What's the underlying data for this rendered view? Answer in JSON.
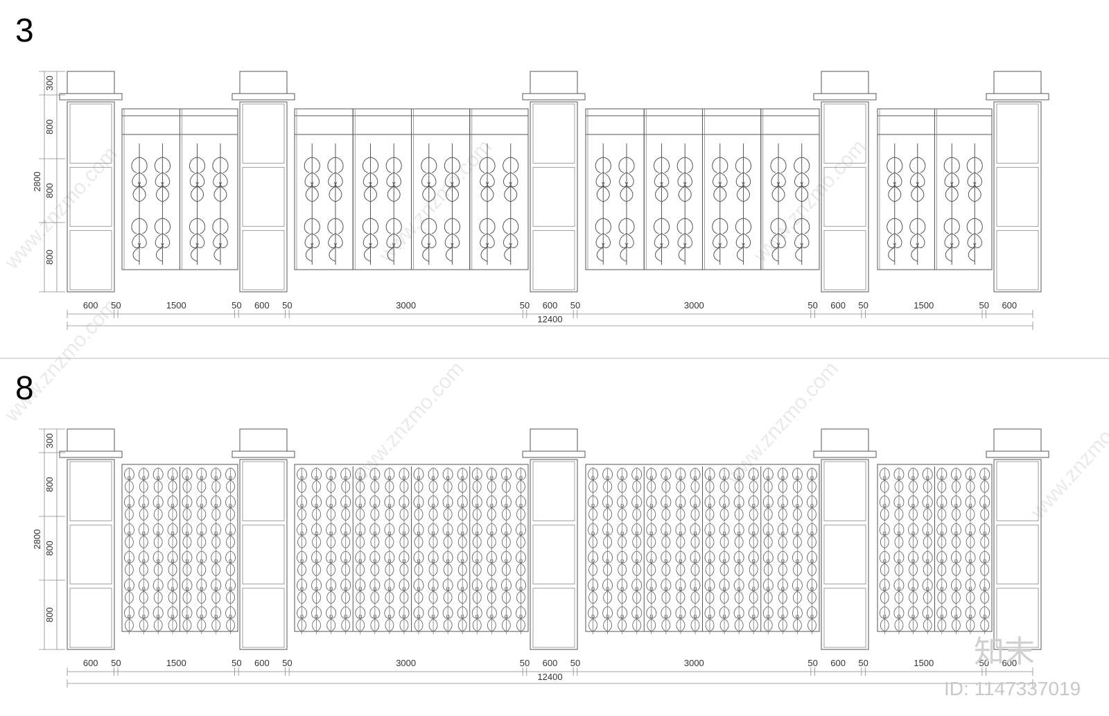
{
  "drawings": [
    {
      "id": "3",
      "label": "3",
      "pattern": "sparse",
      "vertical_dims": [
        "300",
        "800",
        "800",
        "800"
      ],
      "total_height": "2800",
      "horizontal_dims": [
        "600",
        "50",
        "1500",
        "50",
        "600",
        "50",
        "3000",
        "50",
        "600",
        "50",
        "3000",
        "50",
        "600",
        "50",
        "1500",
        "50",
        "600"
      ],
      "total_width": "12400"
    },
    {
      "id": "8",
      "label": "8",
      "pattern": "dense",
      "vertical_dims": [
        "300",
        "800",
        "800",
        "800"
      ],
      "total_height": "2800",
      "horizontal_dims": [
        "600",
        "50",
        "1500",
        "50",
        "600",
        "50",
        "3000",
        "50",
        "600",
        "50",
        "3000",
        "50",
        "600",
        "50",
        "1500",
        "50",
        "600"
      ],
      "total_width": "12400"
    }
  ],
  "watermark_text": "www.znzmo.com",
  "brand_logo": "知末",
  "id_label": "ID: 1147337019",
  "colors": {
    "line": "#555555",
    "stipple": "#9a9a9a",
    "watermark": "#d9d9d9"
  }
}
